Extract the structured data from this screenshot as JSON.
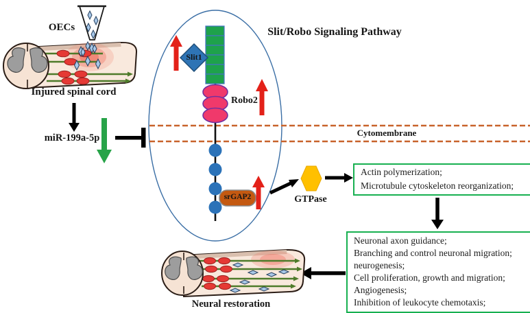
{
  "title": "Slit/Robo Signaling Pathway",
  "injection": {
    "oecs_label": "OECs",
    "injured_cord_label": "Injured spinal cord"
  },
  "mirna": {
    "label": "miR-199a-5p"
  },
  "pathway": {
    "slit1_label": "Slit1",
    "robo2_label": "Robo2",
    "srgap2_label": "srGAP2",
    "gtpase_label": "GTPase",
    "cytomembrane_label": "Cytomembrane"
  },
  "effects_box": {
    "lines": [
      "Actin polymerization;",
      "Microtubule cytoskeleton reorganization;"
    ]
  },
  "outcomes_box": {
    "lines": [
      "Neuronal axon guidance;",
      "Branching and control neuronal migration;",
      "neurogenesis;",
      "Cell proliferation,  growth and migration;",
      "Angiogenesis;",
      "Inhibition of leukocyte chemotaxis;"
    ]
  },
  "restoration": {
    "label": "Neural restoration"
  },
  "colors": {
    "slit_stack_green": "#1ea24b",
    "slit_stack_divider_blue": "#4472c4",
    "slit1_diamond_blue": "#2e74b5",
    "robo2_pink": "#f0396b",
    "robo2_border_purple": "#7030a0",
    "intracellular_circle_blue": "#2b72b8",
    "srgap2_orange": "#c45911",
    "gtpase_yellow": "#ffc000",
    "membrane_dash_orange": "#c8632b",
    "outcome_box_border_green": "#17b050",
    "up_arrow_red": "#e32119",
    "down_arrow_green": "#27a348",
    "ellipse_stroke_blue": "#3a6ea5",
    "cord_fill": "#f9e9dd",
    "gray_matter": "#9d9d9d",
    "axon_green": "#4e7b2a",
    "injury_red": "#ee5a4a"
  }
}
